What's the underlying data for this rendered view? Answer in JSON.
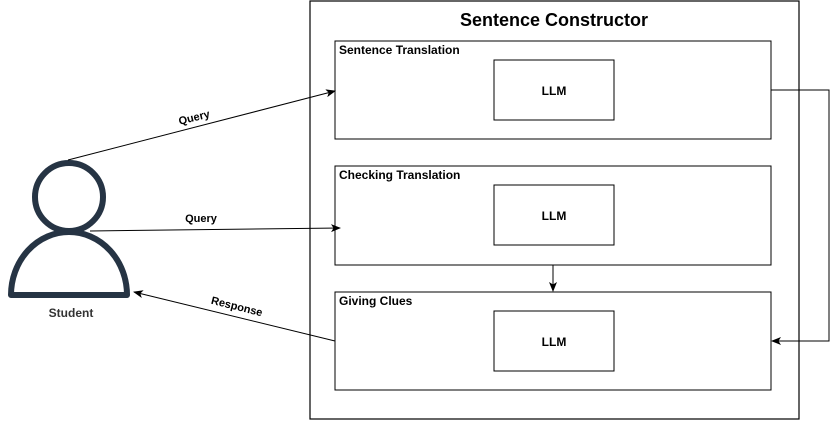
{
  "diagram": {
    "title": "Sentence Constructor",
    "actor": {
      "label": "Student",
      "color": "#263444"
    },
    "boxes": [
      {
        "title": "Sentence Translation",
        "inner_label": "LLM"
      },
      {
        "title": "Checking Translation",
        "inner_label": "LLM"
      },
      {
        "title": "Giving Clues",
        "inner_label": "LLM"
      }
    ],
    "edges": [
      {
        "from": "Student",
        "to": "Sentence Translation",
        "label": "Query"
      },
      {
        "from": "Student",
        "to": "Checking Translation",
        "label": "Query"
      },
      {
        "from": "Giving Clues",
        "to": "Student",
        "label": "Response"
      },
      {
        "from": "Checking Translation",
        "to": "Giving Clues",
        "label": ""
      },
      {
        "from": "Sentence Translation",
        "to": "Giving Clues",
        "label": ""
      }
    ]
  }
}
